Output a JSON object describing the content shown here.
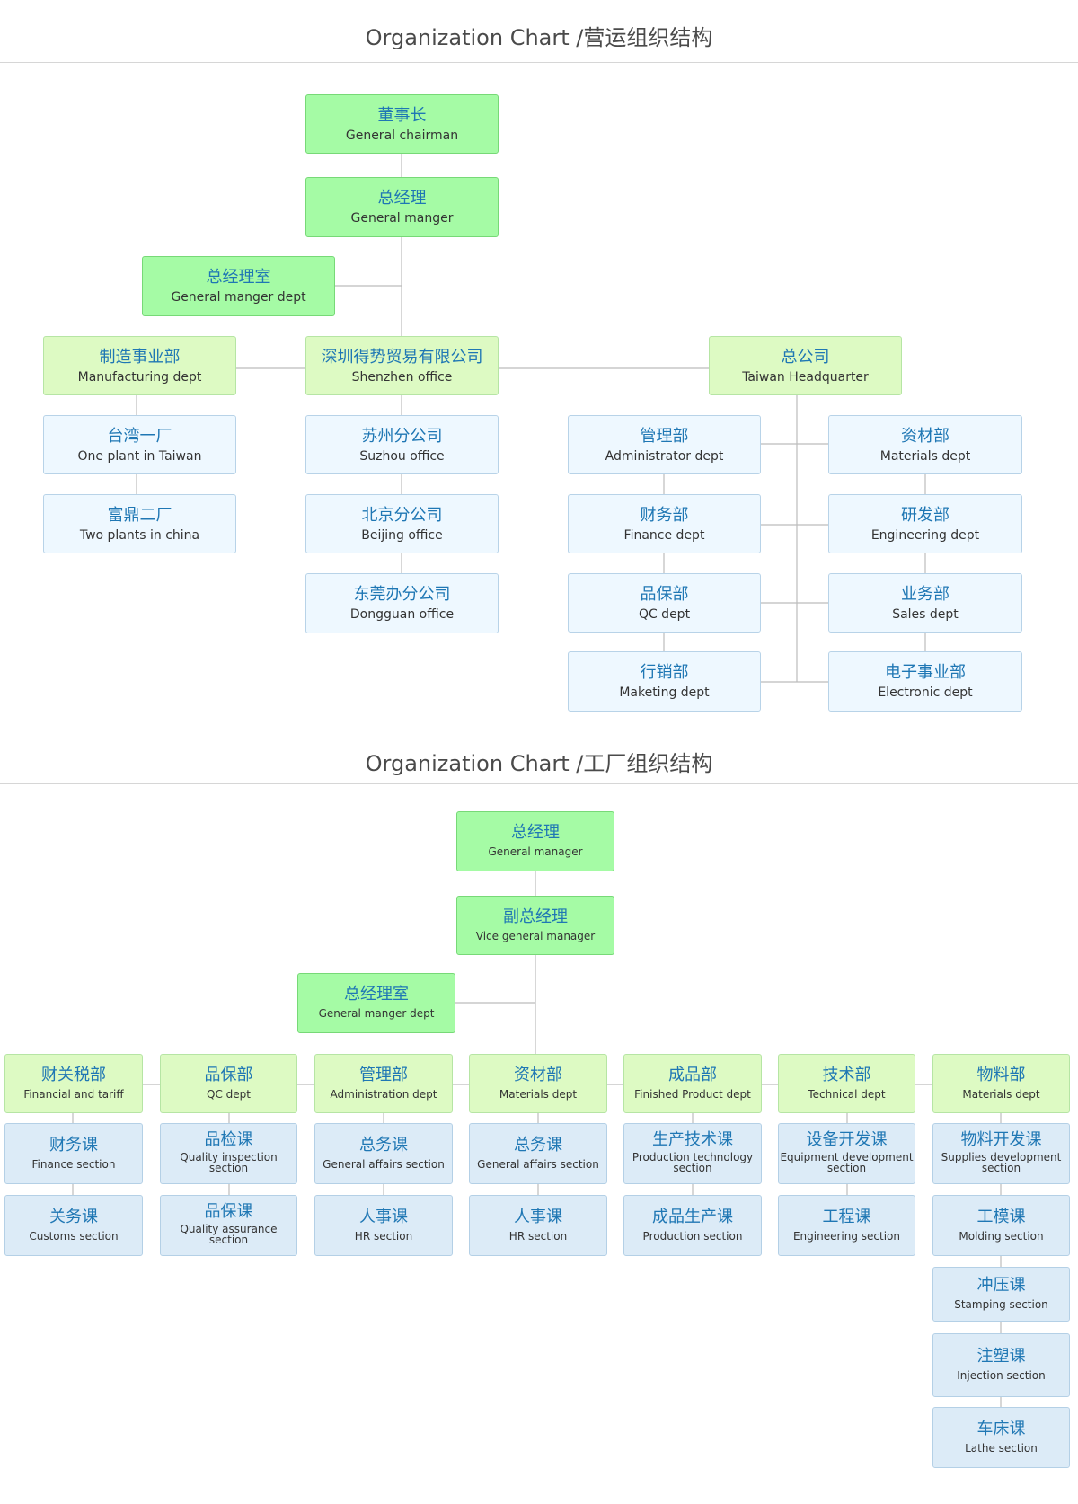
{
  "chart1": {
    "title": "Organization Chart /营运组织结构",
    "nodes": {
      "chairman": {
        "zh": "董事长",
        "en": "General chairman"
      },
      "gm": {
        "zh": "总经理",
        "en": "General manger"
      },
      "gmdept": {
        "zh": "总经理室",
        "en": "General manger dept"
      },
      "mfg": {
        "zh": "制造事业部",
        "en": "Manufacturing dept"
      },
      "shenzhen": {
        "zh": "深圳得势贸易有限公司",
        "en": "Shenzhen office"
      },
      "hq": {
        "zh": "总公司",
        "en": "Taiwan Headquarter"
      },
      "tw1": {
        "zh": "台湾一厂",
        "en": "One plant in Taiwan"
      },
      "cn2": {
        "zh": "富鼎二厂",
        "en": "Two plants in china"
      },
      "suzhou": {
        "zh": "苏州分公司",
        "en": "Suzhou office"
      },
      "beijing": {
        "zh": "北京分公司",
        "en": "Beijing office"
      },
      "dongguan": {
        "zh": "东莞办分公司",
        "en": "Dongguan office"
      },
      "admin": {
        "zh": "管理部",
        "en": "Administrator dept"
      },
      "finance": {
        "zh": "财务部",
        "en": "Finance dept"
      },
      "qc": {
        "zh": "品保部",
        "en": "QC dept"
      },
      "marketing": {
        "zh": "行销部",
        "en": "Maketing dept"
      },
      "materials": {
        "zh": "资材部",
        "en": "Materials dept"
      },
      "engineering": {
        "zh": "研发部",
        "en": "Engineering dept"
      },
      "sales": {
        "zh": "业务部",
        "en": "Sales dept"
      },
      "electronic": {
        "zh": "电子事业部",
        "en": "Electronic dept"
      }
    }
  },
  "chart2": {
    "title": "Organization Chart /工厂组织结构",
    "nodes": {
      "gm": {
        "zh": "总经理",
        "en": "General manager"
      },
      "vgm": {
        "zh": "副总经理",
        "en": "Vice  general manager"
      },
      "gmdept": {
        "zh": "总经理室",
        "en": "General manger dept"
      },
      "d1": {
        "zh": "财关税部",
        "en": "Financial and tariff"
      },
      "d2": {
        "zh": "品保部",
        "en": "QC dept"
      },
      "d3": {
        "zh": "管理部",
        "en": "Administration dept"
      },
      "d4": {
        "zh": "资材部",
        "en": "Materials dept"
      },
      "d5": {
        "zh": "成品部",
        "en": "Finished Product dept"
      },
      "d6": {
        "zh": "技术部",
        "en": "Technical  dept"
      },
      "d7": {
        "zh": "物料部",
        "en": "Materials dept"
      },
      "s1a": {
        "zh": "财务课",
        "en": "Finance section"
      },
      "s1b": {
        "zh": "关务课",
        "en": "Customs section"
      },
      "s2a": {
        "zh": "品检课",
        "en": "Quality inspection section"
      },
      "s2b": {
        "zh": "品保课",
        "en": "Quality assurance section"
      },
      "s3a": {
        "zh": "总务课",
        "en": "General affairs  section"
      },
      "s3b": {
        "zh": "人事课",
        "en": "HR section"
      },
      "s4a": {
        "zh": "总务课",
        "en": "General affairs  section"
      },
      "s4b": {
        "zh": "人事课",
        "en": "HR section"
      },
      "s5a": {
        "zh": "生产技术课",
        "en": "Production technology section"
      },
      "s5b": {
        "zh": "成品生产课",
        "en": "Production section"
      },
      "s6a": {
        "zh": "设备开发课",
        "en": "Equipment development section"
      },
      "s6b": {
        "zh": "工程课",
        "en": "Engineering section"
      },
      "s7a": {
        "zh": "物料开发课",
        "en": "Supplies development section"
      },
      "s7b": {
        "zh": "工模课",
        "en": "Molding section"
      },
      "s7c": {
        "zh": "冲压课",
        "en": "Stamping section"
      },
      "s7d": {
        "zh": "注塑课",
        "en": "Injection section"
      },
      "s7e": {
        "zh": "车床课",
        "en": "Lathe section"
      }
    }
  }
}
